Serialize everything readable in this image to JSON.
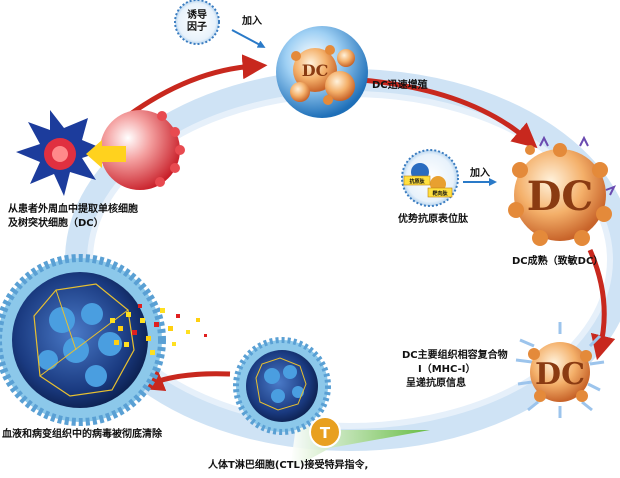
{
  "labels": {
    "cytokine_line1": "诱导",
    "cytokine_line2": "因子",
    "add_top": "加入",
    "dc_prolif": "DC迅速增殖",
    "add_right": "加入",
    "antigen_peptide": "优势抗原表位肽",
    "dc_mature": "DC成熟（致敏DC）",
    "mhc_line1": "DC主要组织相容复合物",
    "mhc_line2": "Ⅰ（MHC-Ⅰ）",
    "mhc_line3": "呈递抗原信息",
    "ctl_instr": "人体T淋巴细胞(CTL)接受特异指令,",
    "clear": "血液和病变组织中的病毒被彻底清除",
    "extract_line1": "从患者外周血中提取单核细胞",
    "extract_line2": "及树突状细胞（DC）",
    "dc_glyph": "DC",
    "dc_small": "DC",
    "t_glyph": "T",
    "pep_tag1": "抗原肽",
    "pep_tag2": "靶向肽"
  },
  "colors": {
    "cycle_arrow": "#c8281e",
    "dc_orange": "#f0a050",
    "blue_loop": "#bcd8f0",
    "green_arrow": "#6fc040"
  }
}
